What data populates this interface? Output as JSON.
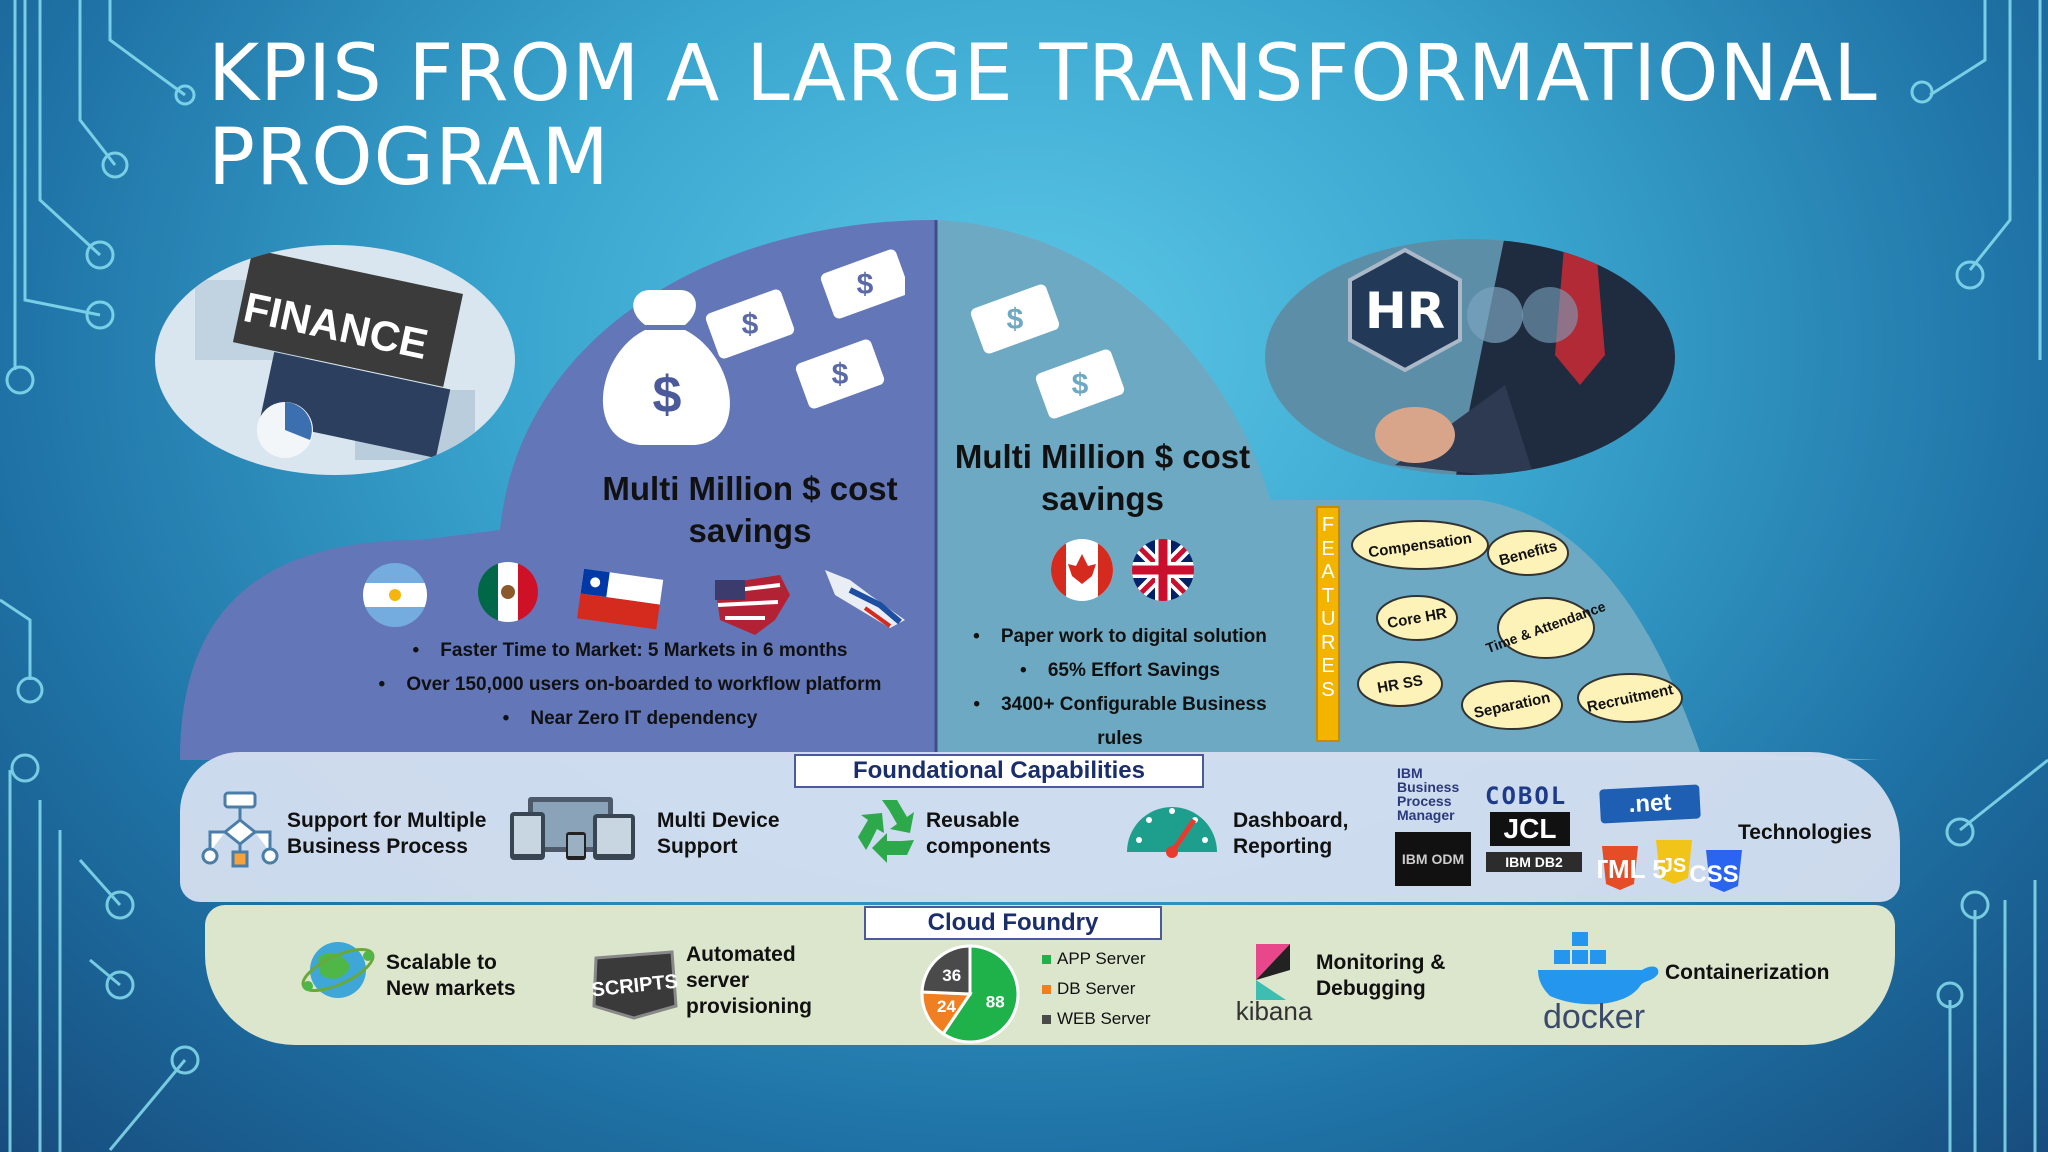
{
  "title": "KPIs from a large transformational program",
  "left_panel": {
    "finance_label": "FINANCE",
    "savings": "Multi Million $ cost savings",
    "bullets": [
      "Faster Time to Market: 5 Markets in 6 months",
      "Over 150,000 users on-boarded to workflow platform",
      "Near Zero IT dependency"
    ]
  },
  "right_panel": {
    "hr_label": "HR",
    "savings": "Multi Million $ cost savings",
    "bullets": [
      "Paper work to digital solution",
      "65% Effort Savings",
      "3400+ Configurable Business rules"
    ],
    "features_label": "FEATURES",
    "features": [
      "Compensation",
      "Benefits",
      "Core HR",
      "Time & Attendance",
      "HR SS",
      "Separation",
      "Recruitment"
    ]
  },
  "foundational": {
    "title": "Foundational Capabilities",
    "items": [
      "Support for Multiple Business Process",
      "Multi Device Support",
      "Reusable components",
      "Dashboard, Reporting",
      "Technologies"
    ],
    "tech_logos": [
      "IBM Business Process Manager",
      "COBOL",
      ".net",
      "JCL",
      "IBM ODM",
      "IBM DB2",
      "HTML 5",
      "JS",
      "CSS 3"
    ]
  },
  "cloud_foundry": {
    "title": "Cloud Foundry",
    "items": [
      "Scalable to New markets",
      "Automated server provisioning",
      "Monitoring & Debugging",
      "Containerization"
    ],
    "scripts_label": "SCRIPTS",
    "kibana_label": "kibana",
    "docker_label": "docker"
  },
  "chart_data": {
    "type": "pie",
    "categories": [
      "APP Server",
      "DB Server",
      "WEB Server"
    ],
    "values": [
      88,
      24,
      36
    ],
    "colors": [
      "#1fb24a",
      "#f07f22",
      "#4a4a4a"
    ]
  }
}
